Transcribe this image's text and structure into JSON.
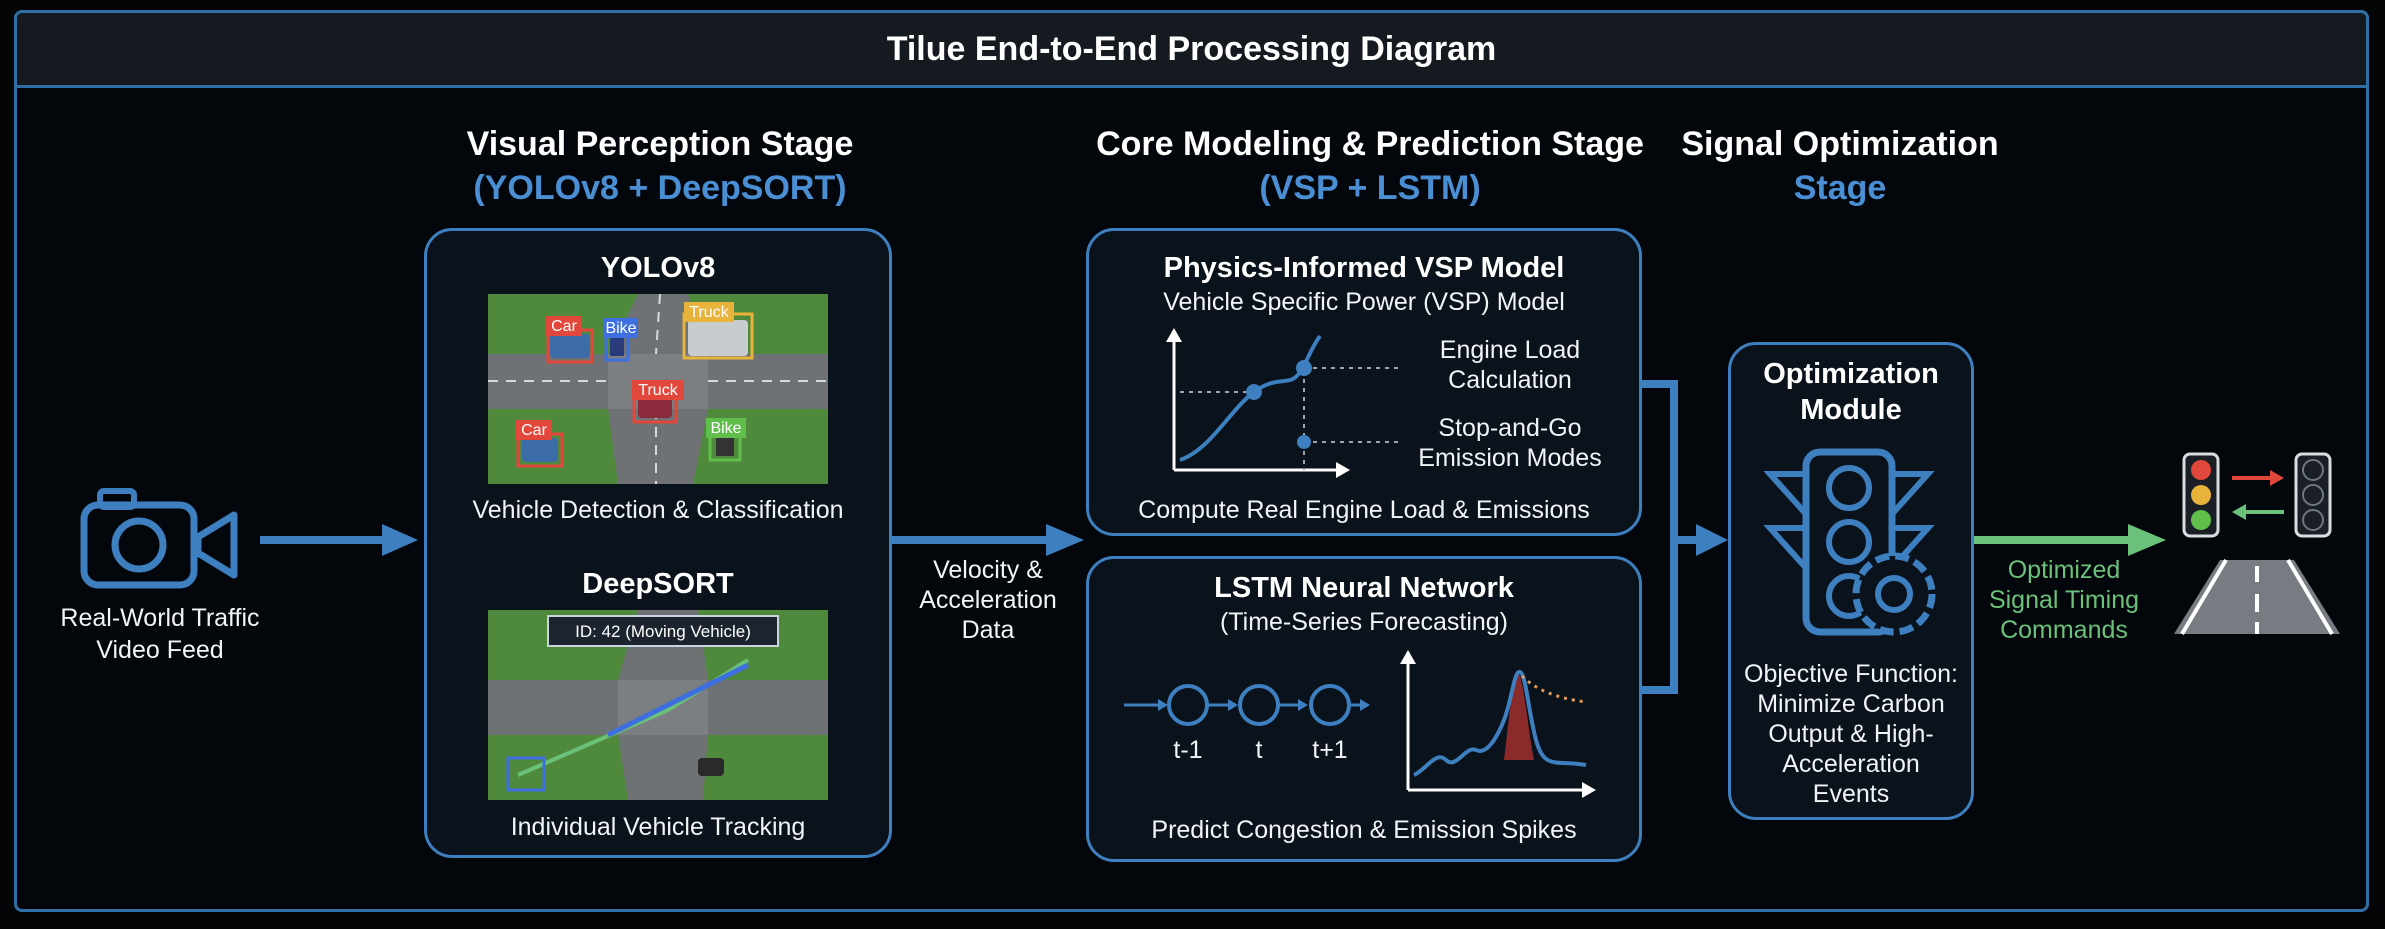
{
  "title": "Tilue End-to-End Processing Diagram",
  "input": {
    "label_line1": "Real-World Traffic",
    "label_line2": "Video Feed"
  },
  "stages": {
    "perception": {
      "title": "Visual Perception Stage",
      "subtitle": "(YOLOv8 + DeepSORT)"
    },
    "modeling": {
      "title": "Core Modeling & Prediction Stage",
      "subtitle": "(VSP + LSTM)"
    },
    "optimization": {
      "title": "Signal Optimization",
      "subtitle": "Stage"
    }
  },
  "yolo": {
    "title": "YOLOv8",
    "caption": "Vehicle Detection & Classification",
    "labels": [
      "Car",
      "Bike",
      "Truck",
      "Truck",
      "Car",
      "Bike"
    ]
  },
  "deepsort": {
    "title": "DeepSORT",
    "caption": "Individual Vehicle Tracking",
    "track_label": "ID: 42 (Moving Vehicle)"
  },
  "edge_velocity": {
    "line1": "Velocity &",
    "line2": "Acceleration",
    "line3": "Data"
  },
  "vsp": {
    "title": "Physics-Informed VSP Model",
    "subtitle": "Vehicle Specific Power (VSP) Model",
    "annot1_line1": "Engine Load",
    "annot1_line2": "Calculation",
    "annot2_line1": "Stop-and-Go",
    "annot2_line2": "Emission Modes",
    "caption": "Compute Real Engine Load & Emissions"
  },
  "lstm": {
    "title": "LSTM Neural Network",
    "subtitle": "(Time-Series Forecasting)",
    "steps": [
      "t-1",
      "t",
      "t+1"
    ],
    "caption": "Predict Congestion & Emission Spikes"
  },
  "optimizer": {
    "title_line1": "Optimization",
    "title_line2": "Module",
    "objective": [
      "Objective Function:",
      "Minimize Carbon",
      "Output & High-",
      "Acceleration",
      "Events"
    ]
  },
  "edge_output": {
    "line1": "Optimized",
    "line2": "Signal Timing",
    "line3": "Commands"
  },
  "colors": {
    "accent": "#3d7fbf",
    "heading_blue": "#4a8fd4",
    "output_green": "#6cc17a",
    "arrow_red": "#e0463c",
    "light_red": "#e2473b",
    "light_yellow": "#e8b33a",
    "light_green": "#5fbf4a"
  }
}
